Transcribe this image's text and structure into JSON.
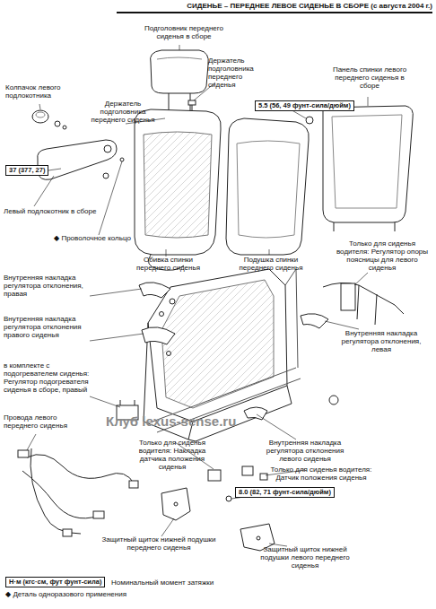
{
  "diagram": {
    "title": "СИДЕНЬЕ – ПЕРЕДНЕЕ ЛЕВОЕ СИДЕНЬЕ В СБОРЕ (с августа 2004 г.)",
    "nodes": [
      {
        "text": [
          "5.5 (56, 49 фунт-сила/дюйм)"
        ]
      },
      {
        "text": [
          "37 (377, 27)"
        ]
      },
      {
        "text": [
          "8.0 (82, 71 фунт-сила/дюйм)"
        ]
      },
      {
        "text": [
          "Н·м (кгс·см, фут фунт-сила)"
        ]
      }
    ],
    "edges": [],
    "labels": [
      "Подголовник переднего сиденья в сборе",
      "Держатель подголовника переднего сиденья",
      "Колпачок левого подлокотника",
      "Держатель подголовника переднего сиденья",
      "Панель спинки левого переднего сиденья в сборе",
      "Левый подлокотник в сборе",
      "◆ Проволочное кольцо",
      "Обивка спинки переднего сиденья",
      "Подушка спинки переднего сиденья",
      "Только для сиденья водителя: Регулятор опоры поясницы для левого сиденья",
      "Внутренняя накладка регулятора отклонения, правая",
      "Внутренняя накладка регулятора отклонения правого сиденья",
      "Внутренняя накладка регулятора отклонения, левая",
      "в комплекте с подогревателем сиденья: Регулятор подогревателя сиденья в сборе, правый",
      "Клуб lexus-sense.ru",
      "Провода левого переднего сиденья",
      "Только для сиденья водителя: Накладка датчика положения сиденья",
      "Внутренняя накладка регулятора отклонения левого сиденья",
      "Только для сиденья водителя: Датчик положения сиденья",
      "Защитный щиток нижней подушки переднего сиденья",
      "Защитный щиток нижней подушки левого переднего сиденья",
      "Номинальный момент затяжки",
      "◆ Деталь одноразового применения"
    ]
  }
}
